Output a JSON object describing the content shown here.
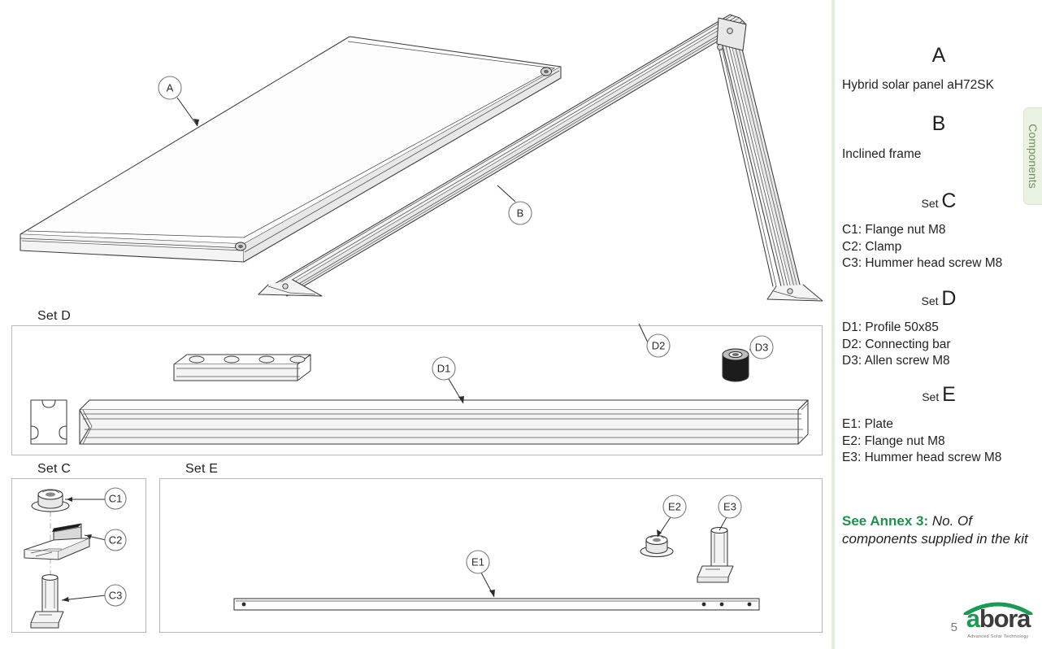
{
  "document": {
    "page_number": "5",
    "side_tab_label": "Components"
  },
  "drawing_panels": {
    "set_d_label": "Set D",
    "set_c_label": "Set C",
    "set_e_label": "Set E"
  },
  "callouts": {
    "a": "A",
    "b": "B",
    "d1": "D1",
    "d2": "D2",
    "d3": "D3",
    "c1": "C1",
    "c2": "C2",
    "c3": "C3",
    "e1": "E1",
    "e2": "E2",
    "e3": "E3"
  },
  "legend": {
    "groups": [
      {
        "key": "A",
        "set_prefix": "",
        "letter": "A",
        "items": [
          "Hybrid solar panel aH72SK"
        ]
      },
      {
        "key": "B",
        "set_prefix": "",
        "letter": "B",
        "items": [
          "Inclined frame"
        ]
      },
      {
        "key": "C",
        "set_prefix": "Set ",
        "letter": "C",
        "items": [
          "C1: Flange nut M8",
          "C2: Clamp",
          "C3: Hummer head screw M8"
        ]
      },
      {
        "key": "D",
        "set_prefix": "Set ",
        "letter": "D",
        "items": [
          "D1: Profile 50x85",
          "D2: Connecting bar",
          "D3:  Allen screw M8"
        ]
      },
      {
        "key": "E",
        "set_prefix": "Set ",
        "letter": "E",
        "items": [
          "E1: Plate",
          "E2: Flange nut M8",
          "E3: Hummer head screw M8"
        ]
      }
    ]
  },
  "annex_note": {
    "bold_lead": "See Annex 3:",
    "italic_rest": " No. Of components supplied in the kit"
  },
  "brand": {
    "name_first": "a",
    "name_rest": "bora",
    "tagline": "Advanced Solar Technology",
    "green": "#1a9a55",
    "dark": "#3c3c3c"
  }
}
